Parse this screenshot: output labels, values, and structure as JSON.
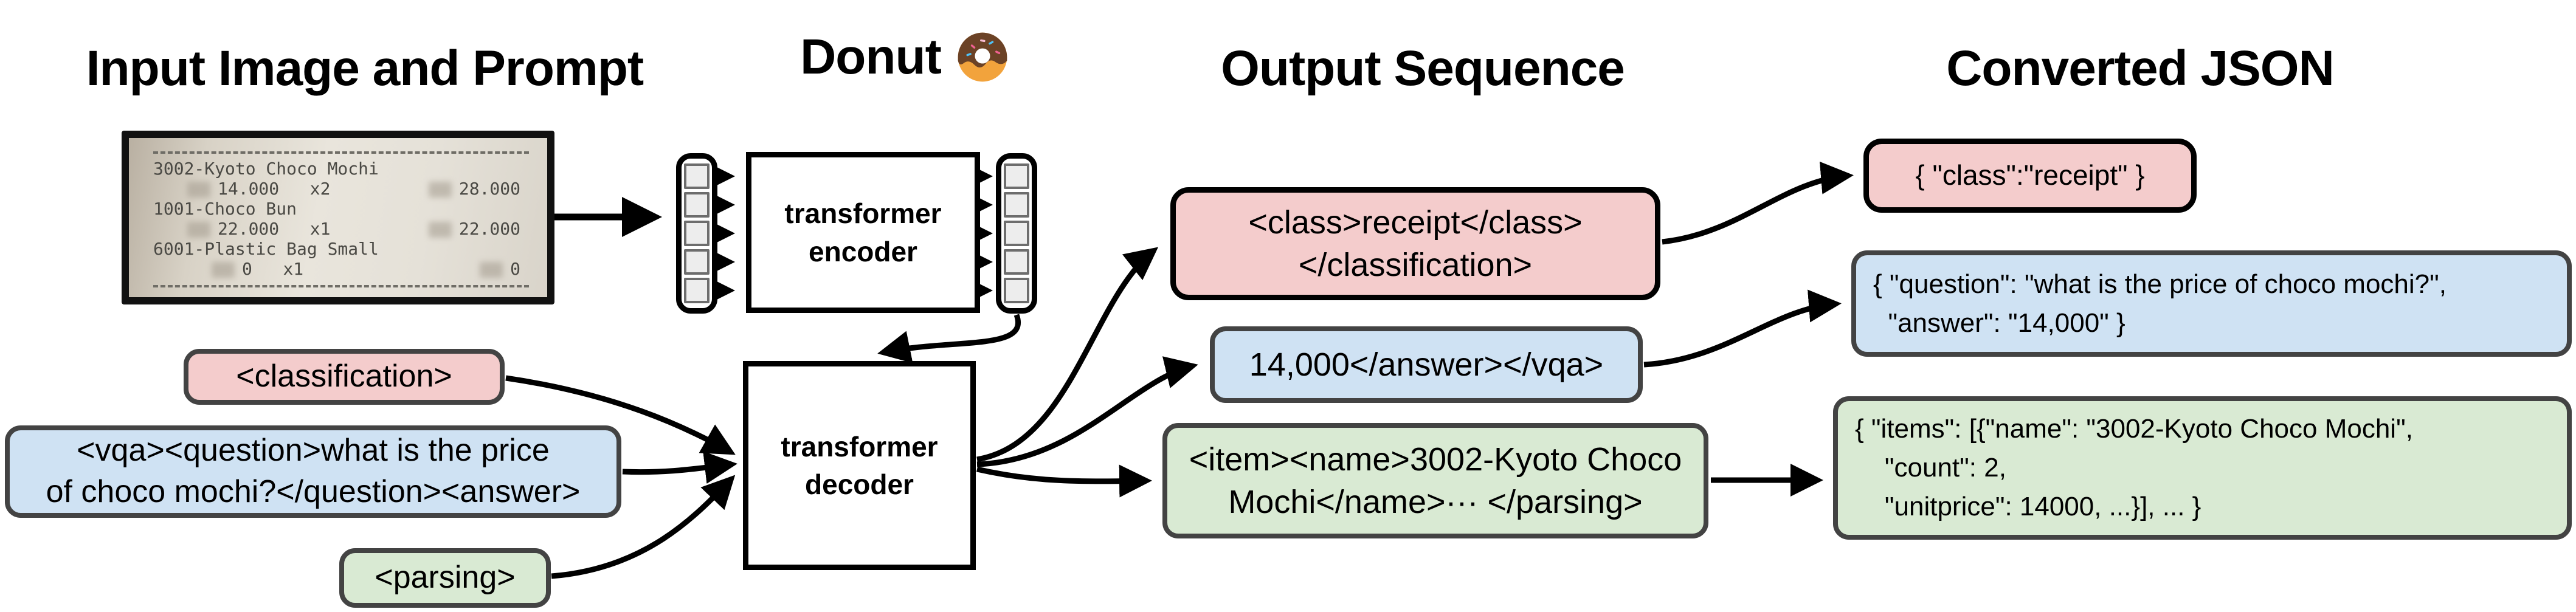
{
  "headings": {
    "input": "Input Image and Prompt",
    "model": "Donut",
    "output": "Output Sequence",
    "json": "Converted JSON"
  },
  "receipt": {
    "items": [
      {
        "name": "3002-Kyoto Choco Mochi",
        "unit": "14.000",
        "qty": "x2",
        "total": "28.000"
      },
      {
        "name": "1001-Choco Bun",
        "unit": "22.000",
        "qty": "x1",
        "total": "22.000"
      },
      {
        "name": "6001-Plastic Bag Small",
        "unit": "0",
        "qty": "x1",
        "total": "0"
      }
    ]
  },
  "encoder": {
    "line1": "transformer",
    "line2": "encoder"
  },
  "decoder": {
    "line1": "transformer",
    "line2": "decoder"
  },
  "prompts": {
    "classification": {
      "text": "<classification>"
    },
    "vqa": {
      "line1": "<vqa><question>what is the price",
      "line2": "of choco mochi?</question><answer>"
    },
    "parsing": {
      "text": "<parsing>"
    }
  },
  "outputs": {
    "classification": {
      "line1": "<class>receipt</class>",
      "line2": "</classification>"
    },
    "vqa": {
      "text": "14,000</answer></vqa>"
    },
    "parsing": {
      "line1": "<item><name>3002-Kyoto Choco",
      "line2": "Mochi</name>··· </parsing>"
    }
  },
  "json_outputs": {
    "classification": {
      "text": "{ \"class\":\"receipt\" }"
    },
    "vqa": {
      "line1": "{ \"question\": \"what is the price of choco mochi?\",",
      "line2": "  \"answer\": \"14,000\" }"
    },
    "parsing": {
      "line1": "{ \"items\": [{\"name\": \"3002-Kyoto Choco Mochi\",",
      "line2": "    \"count\": 2,",
      "line3": "    \"unitprice\": 14000, ...}], ... }"
    }
  },
  "colors": {
    "pink": "#f4cccc",
    "blue": "#cfe2f3",
    "green": "#d9ead3",
    "border_gray": "#434343",
    "black": "#000000"
  }
}
